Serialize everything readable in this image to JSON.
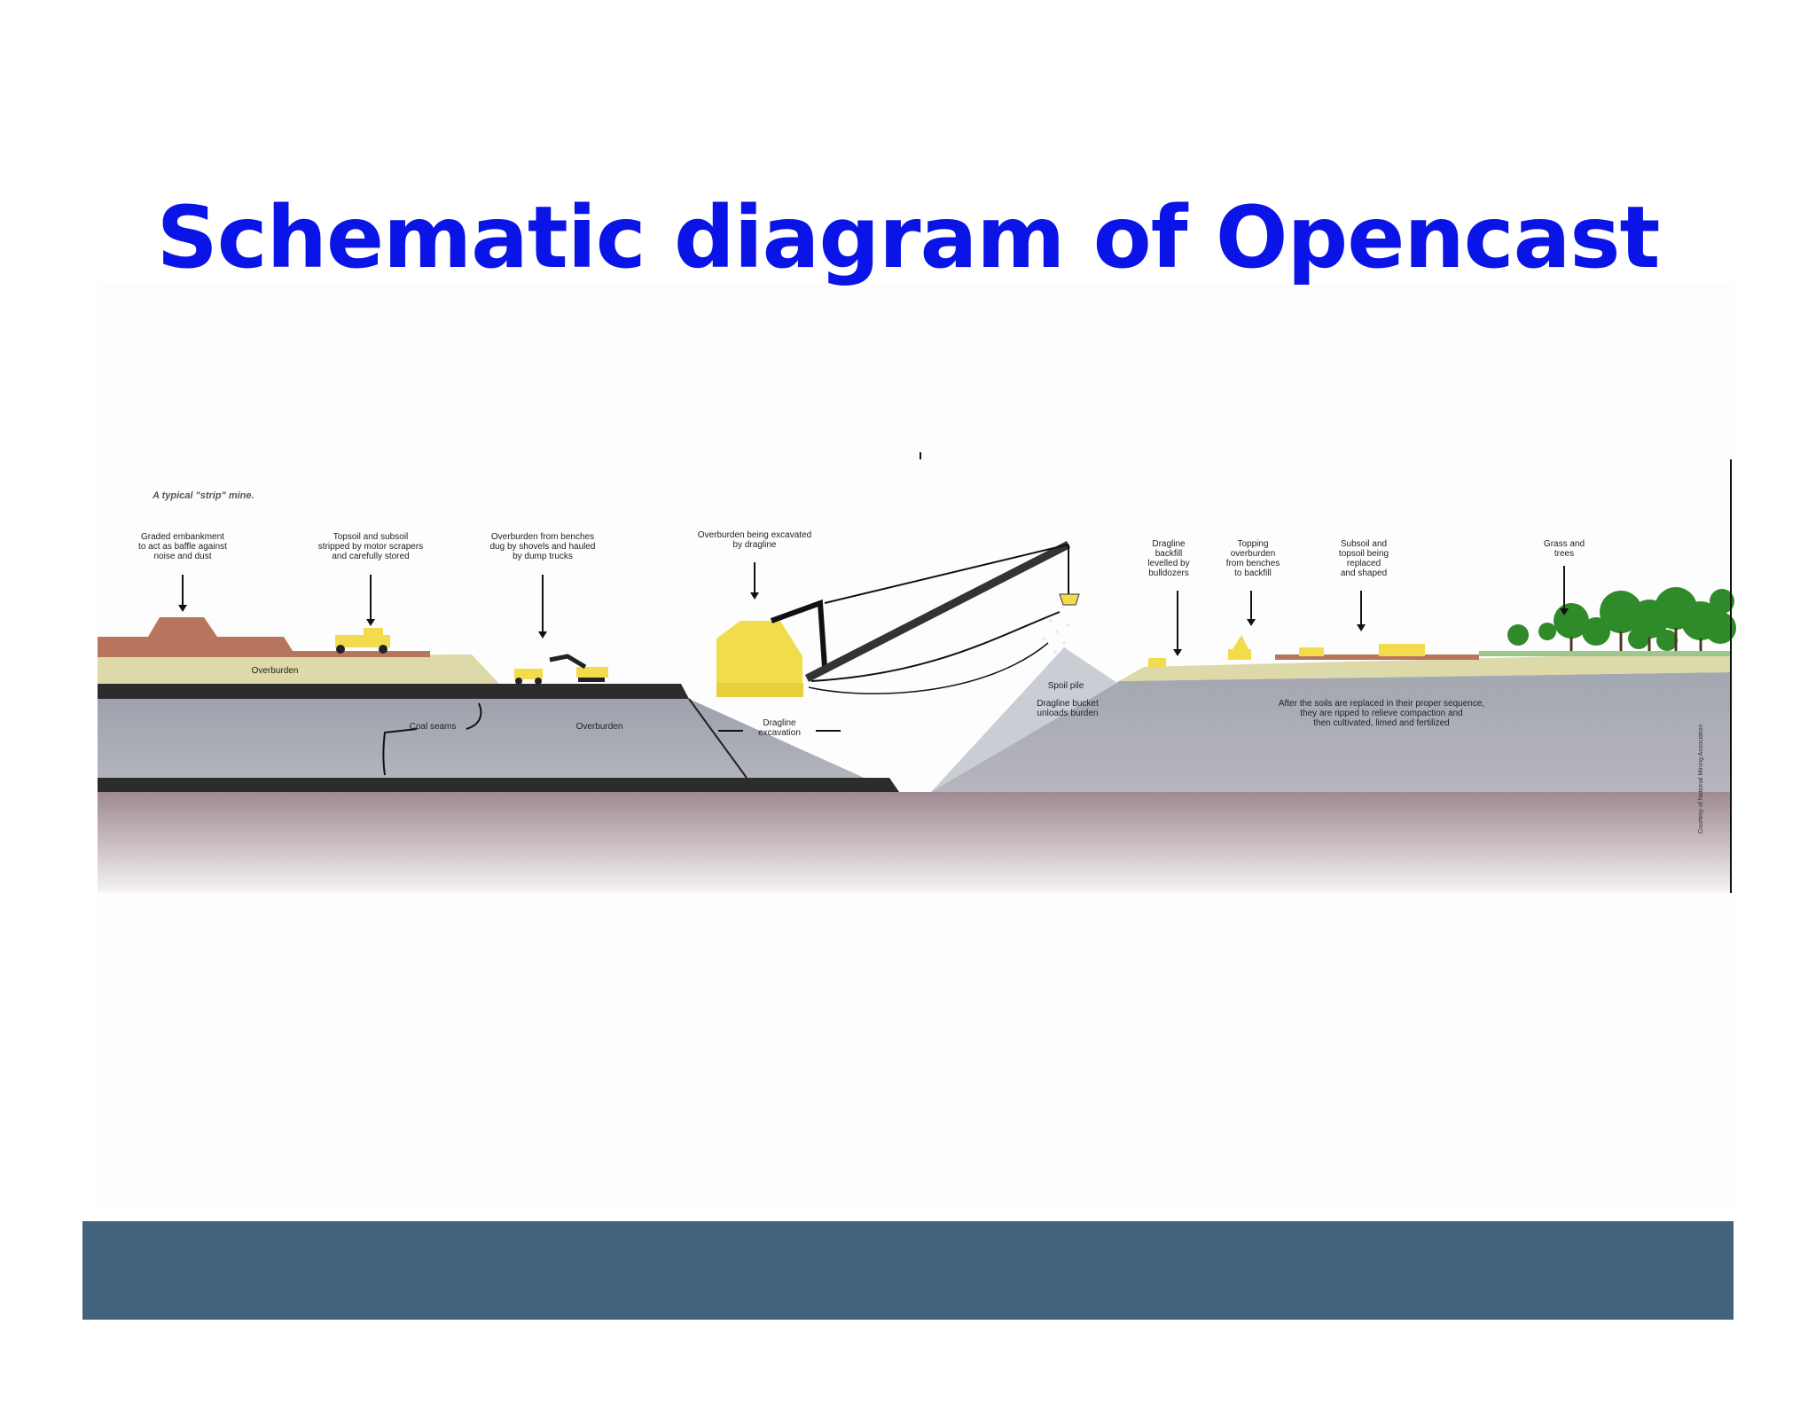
{
  "title": "Schematic diagram of Opencast",
  "diagram": {
    "caption": "A typical \"strip\" mine.",
    "callouts": [
      [
        "Graded embankment",
        "to act as baffle against",
        "noise and dust"
      ],
      [
        "Topsoil and subsoil",
        "stripped by motor scrapers",
        "and carefully stored"
      ],
      [
        "Overburden from benches",
        "dug by shovels and hauled",
        "by dump trucks"
      ],
      [
        "Overburden being excavated",
        "by dragline"
      ],
      [
        "Dragline",
        "backfill",
        "levelled by",
        "bulldozers"
      ],
      [
        "Topping",
        "overburden",
        "from benches",
        "to backfill"
      ],
      [
        "Subsoil and",
        "topsoil being",
        "replaced",
        "and shaped"
      ],
      [
        "Grass and",
        "trees"
      ]
    ],
    "labels": {
      "overburden_upper": "Overburden",
      "overburden_lower": "Overburden",
      "coal_seams": "Coal seams",
      "dragline_excavation": [
        "Dragline",
        "excavation"
      ],
      "spoil_pile": "Spoil pile",
      "dragline_bucket": [
        "Dragline bucket",
        "unloads burden"
      ],
      "restoration_note": [
        "After the soils are replaced in their proper sequence,",
        "they are ripped to relieve compaction and",
        "then cultivated, limed and fertilized"
      ],
      "credit": "Courtesy of National Mining Association"
    }
  },
  "colors": {
    "title": "#0a14e6",
    "footer_band": "#42637e",
    "topsoil": "#b8755e",
    "overburden_top": "#ddd9a8",
    "coal": "#2c2c2c",
    "rock": "#a8acb5",
    "deep": "#a38f98",
    "machinery": "#f2dc4c",
    "trees": "#2f8a2a"
  }
}
